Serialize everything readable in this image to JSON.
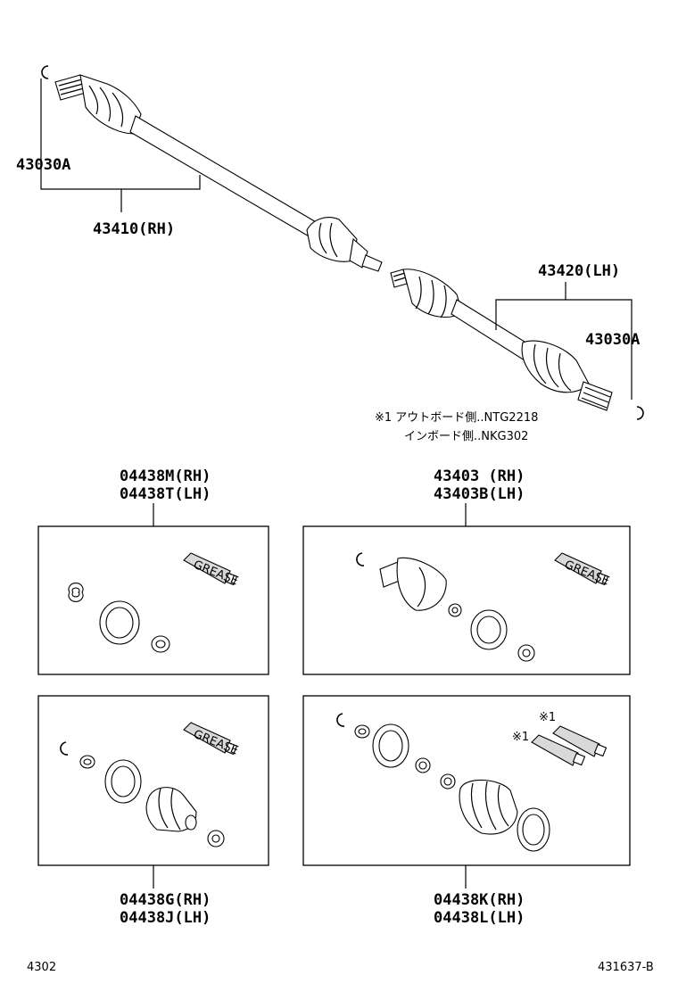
{
  "shaft": {
    "rh_part": "43410(RH)",
    "lh_part": "43420(LH)",
    "snap_ring_left": "43030A",
    "snap_ring_right": "43030A",
    "note_line1": "※1 アウトボード側..NTG2218",
    "note_line2": "インボード側..NKG302"
  },
  "kits": [
    {
      "line1": "04438M(RH)",
      "line2": "04438T(LH)"
    },
    {
      "line1": "43403 (RH)",
      "line2": "43403B(LH)"
    },
    {
      "line1": "04438G(RH)",
      "line2": "04438J(LH)"
    },
    {
      "line1": "04438K(RH)",
      "line2": "04438L(LH)"
    }
  ],
  "grease_marks": [
    "※1",
    "※1"
  ],
  "grease_text": "GREASE",
  "footer": {
    "left": "4302",
    "right": "431637-B"
  }
}
